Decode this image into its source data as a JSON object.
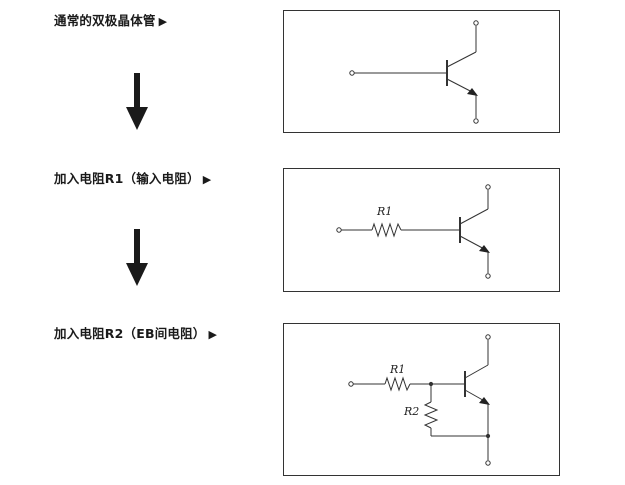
{
  "steps": [
    {
      "label": "通常的双极晶体管",
      "marker": "▶"
    },
    {
      "label": "加入电阻R1（输入电阻）",
      "marker": "▶"
    },
    {
      "label": "加入电阻R2（EB间电阻）",
      "marker": "▶"
    }
  ],
  "resistors": {
    "r1": "R1",
    "r2": "R2"
  },
  "colors": {
    "line": "#333333",
    "arrow": "#1a1a1a"
  }
}
